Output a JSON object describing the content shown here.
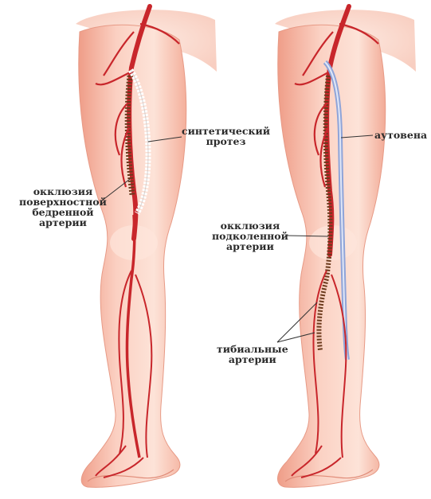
{
  "labels": {
    "synthetic_prosthesis": [
      "синтетический",
      "протез"
    ],
    "femoral_occlusion": [
      "окклюзия",
      "поверхностной",
      "бедренной",
      "артерии"
    ],
    "autovein": [
      "аутовена"
    ],
    "popliteal_occlusion": [
      "окклюзия",
      "подколенной",
      "артерии"
    ],
    "tibial_arteries": [
      "тибиальные",
      "артерии"
    ]
  },
  "colors": {
    "skin_light": "#fde3d8",
    "skin_mid": "#f6b4a0",
    "skin_dark": "#e98f7b",
    "artery": "#c8262b",
    "artery_dark": "#8e1a1c",
    "plaque": "#6b3a1c",
    "prosthesis": "#ffffff",
    "vein_graft": "#8fa4d8",
    "leader_line": "#333333"
  }
}
